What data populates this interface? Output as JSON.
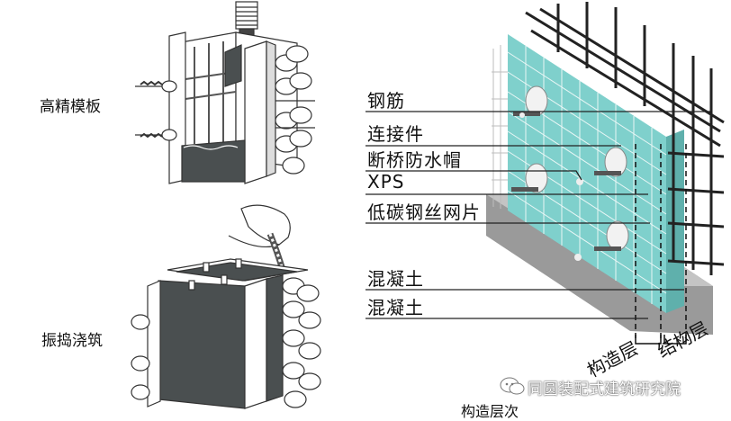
{
  "left_panel": {
    "top_label": "高精模板",
    "bottom_label": "振捣浇筑"
  },
  "layers": {
    "labels": [
      "钢筋",
      "连接件",
      "断桥防水帽",
      "XPS",
      "低碳钢丝网片",
      "混凝土",
      "混凝土"
    ],
    "dimension_labels": [
      "构造层",
      "结构层"
    ]
  },
  "caption": "构造层次",
  "watermark": "同圆装配式建筑研究院",
  "colors": {
    "xps_board": "#7fd0cc",
    "concrete": "#9a9a9a",
    "formwork_fill": "#4a4f50"
  }
}
